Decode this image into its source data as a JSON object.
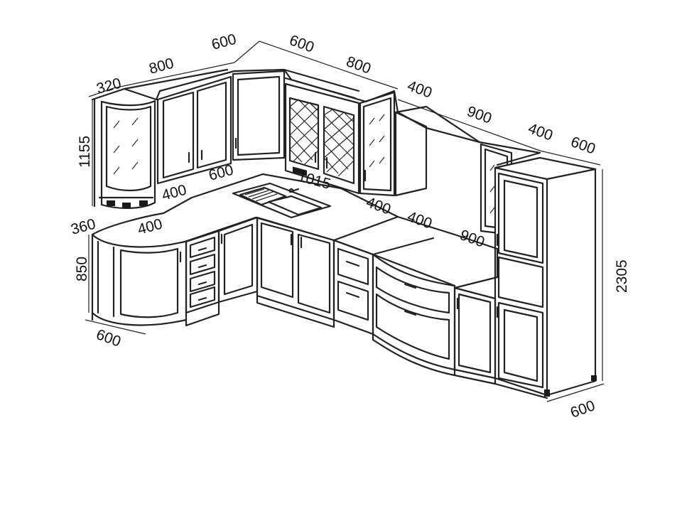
{
  "dimensions": {
    "upper_corner_depth": "320",
    "upper_left_width": "800",
    "upper_corner_left": "600",
    "upper_corner_right": "600",
    "upper_lattice_width": "800",
    "upper_glass_right": "400",
    "upper_hood_width": "900",
    "upper_small_glass": "400",
    "tall_depth_top": "600",
    "upper_height": "1155",
    "worktop_corner": "600",
    "sink_width": "1015",
    "base_left_top": "400",
    "base_round_depth": "360",
    "base_round_width": "400",
    "base_mid_width": "400",
    "base_curve_width": "400",
    "base_oven_width": "900",
    "base_height": "850",
    "base_depth": "600",
    "tall_height": "2305",
    "tall_depth_bottom": "600"
  },
  "colors": {
    "line": "#222222",
    "background": "#ffffff"
  }
}
